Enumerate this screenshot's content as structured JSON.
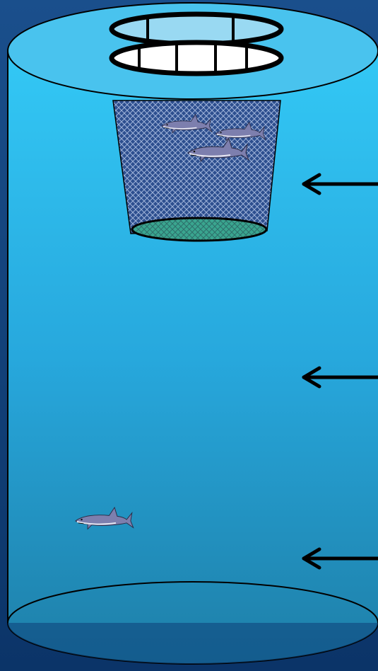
{
  "scene": {
    "description_colors": {
      "water_top": "#33c8f5",
      "water_bottom": "#1e7fa8",
      "frame_top": "#1a4f8c",
      "frame_bottom": "#0b3468",
      "outline": "#000000",
      "cylinder_top_fill": "#49c3ee",
      "net_fill": "#2d4f8f",
      "net_mesh": "#9fb3d9",
      "net_opening": "#3aa58f",
      "inner_ring_fill": "#99d9f2",
      "outer_ring_fill": "#ffffff",
      "shark_body": "#7d7fae",
      "shark_belly": "#e8e8f2"
    }
  },
  "arrows": [
    {
      "name": "arrow-upper",
      "direction": "left"
    },
    {
      "name": "arrow-middle",
      "direction": "left"
    },
    {
      "name": "arrow-lower",
      "direction": "left"
    }
  ],
  "sharks": [
    {
      "name": "shark-net-1",
      "facing": "left"
    },
    {
      "name": "shark-net-2",
      "facing": "left"
    },
    {
      "name": "shark-net-3",
      "facing": "left"
    },
    {
      "name": "shark-bottom",
      "facing": "left"
    }
  ]
}
